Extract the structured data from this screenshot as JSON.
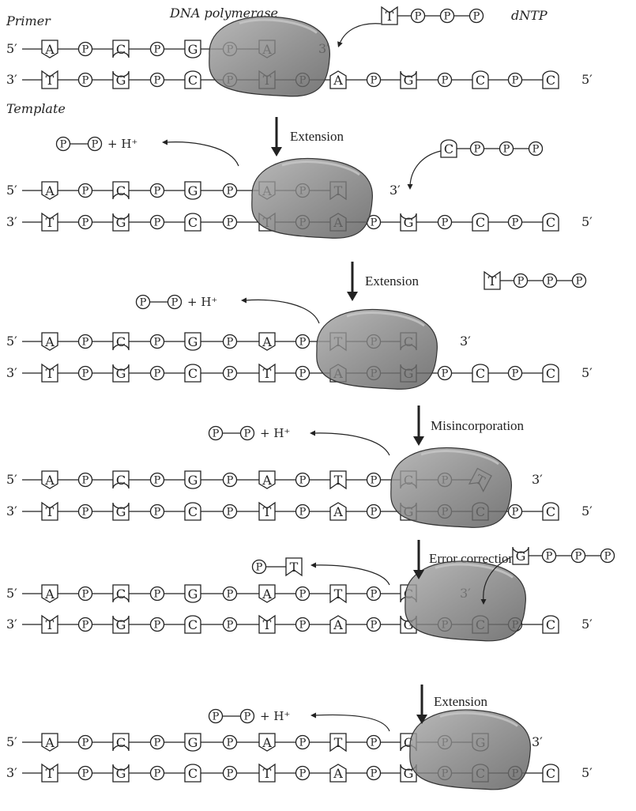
{
  "labels": {
    "primer": "Primer",
    "template": "Template",
    "polymerase": "DNA polymerase",
    "dntp": "dNTP",
    "five_prime": "5′",
    "three_prime": "3′",
    "phosphate": "P",
    "hplus": "+ H⁺"
  },
  "steps": [
    {
      "label": "Extension"
    },
    {
      "label": "Extension"
    },
    {
      "label": "Misincorporation"
    },
    {
      "label": "Error correction"
    },
    {
      "label": "Extension"
    }
  ],
  "panels": [
    {
      "primer": [
        "A",
        "C",
        "G",
        "A"
      ],
      "template": [
        "T",
        "G",
        "C",
        "T",
        "A",
        "G",
        "C",
        "C"
      ],
      "incoming": "T"
    },
    {
      "primer": [
        "A",
        "C",
        "G",
        "A",
        "T"
      ],
      "template": [
        "T",
        "G",
        "C",
        "T",
        "A",
        "G",
        "C",
        "C"
      ],
      "incoming": "C"
    },
    {
      "primer": [
        "A",
        "C",
        "G",
        "A",
        "T",
        "C"
      ],
      "template": [
        "T",
        "G",
        "C",
        "T",
        "A",
        "G",
        "C",
        "C"
      ],
      "incoming": "T"
    },
    {
      "primer": [
        "A",
        "C",
        "G",
        "A",
        "T",
        "C",
        "T"
      ],
      "template": [
        "T",
        "G",
        "C",
        "T",
        "A",
        "G",
        "C",
        "C"
      ],
      "incoming": ""
    },
    {
      "primer": [
        "A",
        "C",
        "G",
        "A",
        "T",
        "C"
      ],
      "template": [
        "T",
        "G",
        "C",
        "T",
        "A",
        "G",
        "C",
        "C"
      ],
      "incoming": "G"
    },
    {
      "primer": [
        "A",
        "C",
        "G",
        "A",
        "T",
        "C",
        "G"
      ],
      "template": [
        "T",
        "G",
        "C",
        "T",
        "A",
        "G",
        "C",
        "C"
      ],
      "incoming": ""
    }
  ],
  "colors": {
    "enzyme": "#7a7a7a",
    "line": "#222222"
  }
}
